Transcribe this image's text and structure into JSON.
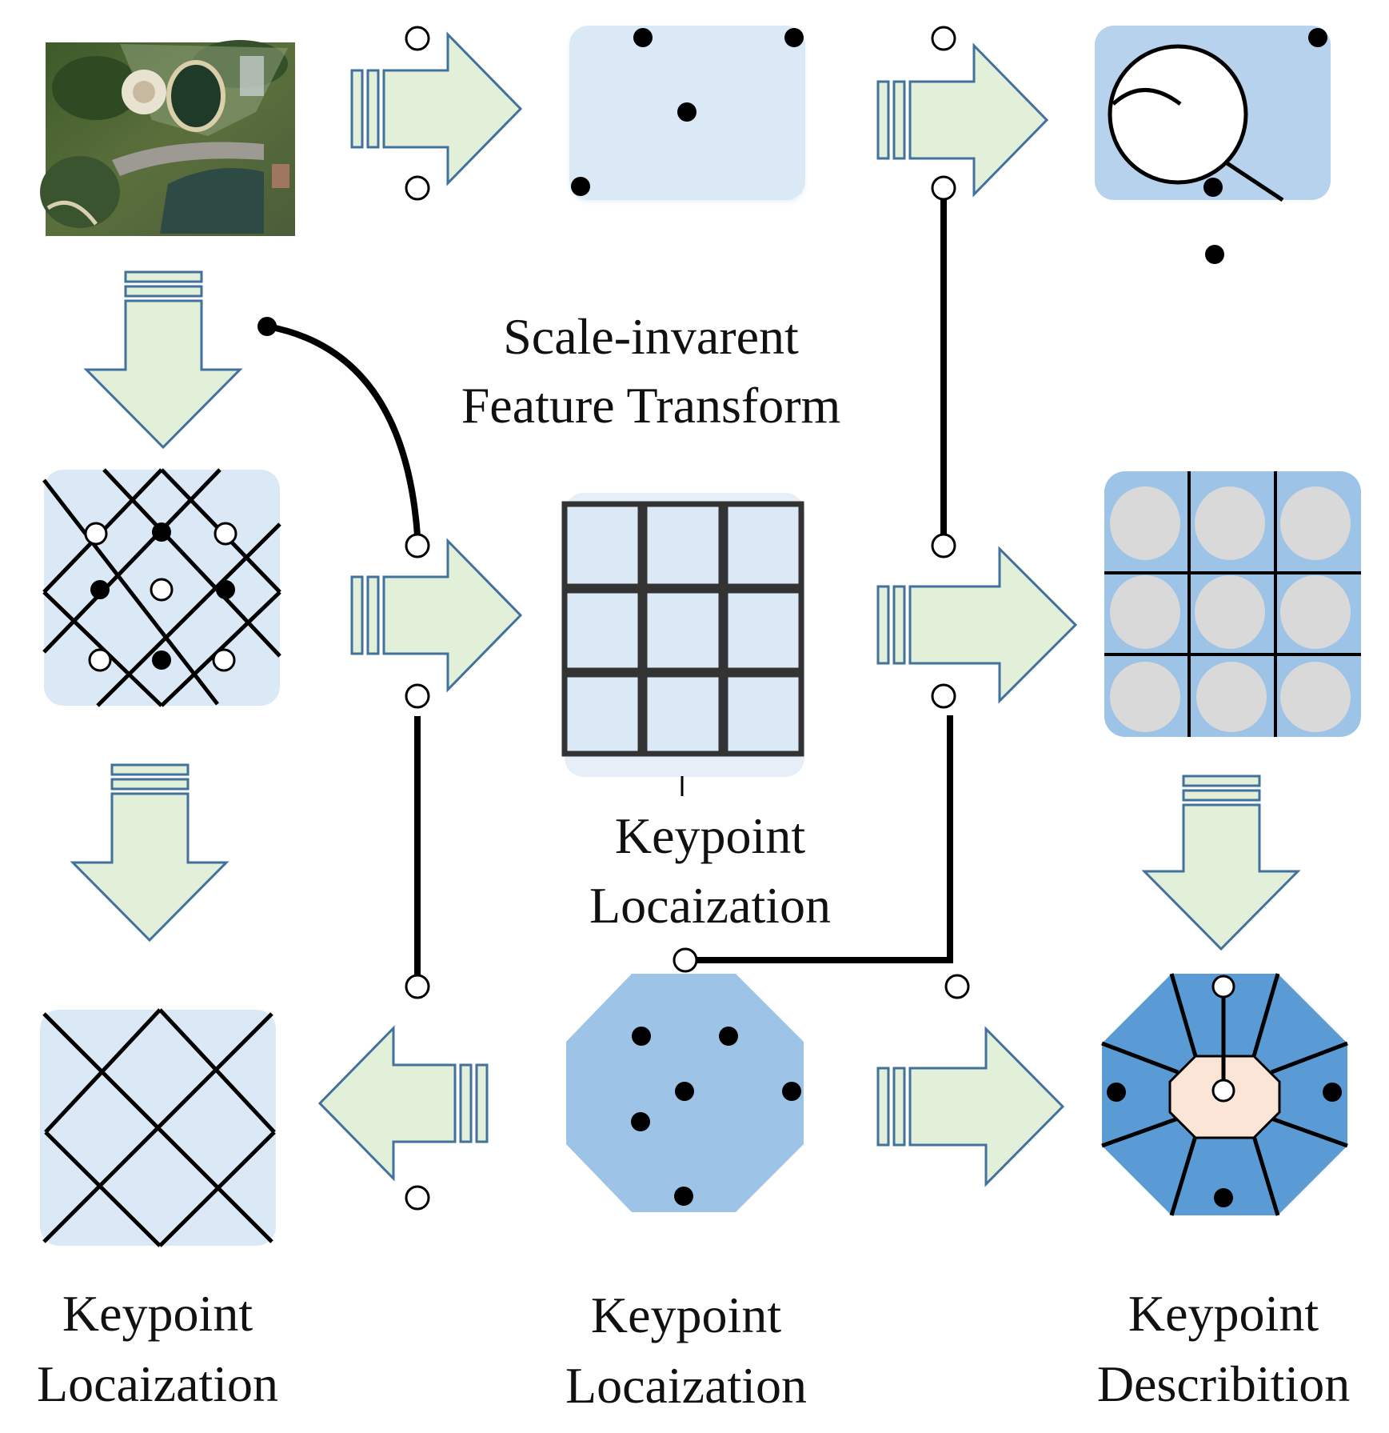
{
  "title": {
    "line1": "Scale-invarent",
    "line2": "Feature Transform"
  },
  "labels": {
    "center_keypoint": {
      "line1": "Keypoint",
      "line2": "Locaization"
    },
    "bottom_left": {
      "line1": "Keypoint",
      "line2": "Locaization"
    },
    "bottom_center": {
      "line1": "Keypoint",
      "line2": "Locaization"
    },
    "bottom_right": {
      "line1": "Keypoint",
      "line2": "Describition"
    }
  },
  "colors": {
    "arrow_fill": "#e2efd9",
    "arrow_stroke": "#41719c",
    "panel_light": "#dbe8f5",
    "panel_medium": "#9dc3e6",
    "panel_dark": "#5b9bd5",
    "center_octagon": "#fbe5d6",
    "grey_circle": "#d9d9d9",
    "line": "#000000"
  },
  "icons": {
    "aerial_photo": "aerial-photo-icon",
    "magnifier": "magnifier-icon"
  }
}
